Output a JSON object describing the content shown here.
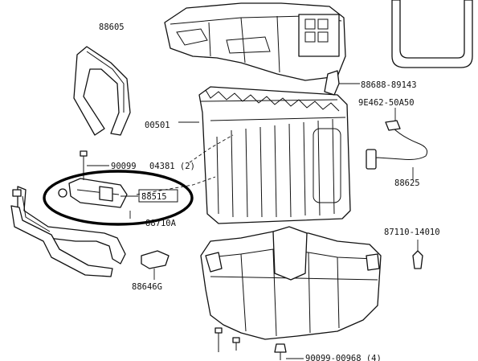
{
  "diagram": {
    "part_labels": {
      "p88605": "88605",
      "p00501": "00501",
      "p88688": "88688-89143",
      "p9e462": "9E462-50A50",
      "p90099a": "90099",
      "p04381": "04381 (2)",
      "p88515": "88515",
      "p88710a": "88710A",
      "p88625": "88625",
      "p87110": "87110-14010",
      "p88646": "88646G",
      "p90099b": "90099-00968 (4)"
    },
    "highlight": {
      "color": "#000000",
      "target": "88515"
    }
  }
}
